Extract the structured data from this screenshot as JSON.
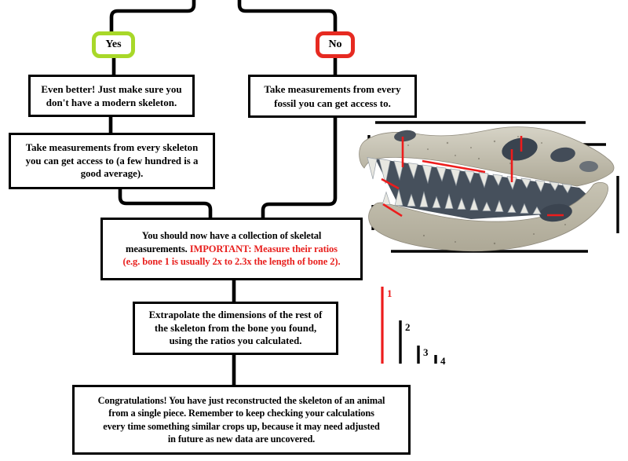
{
  "colors": {
    "line_color": "#000000",
    "yes_border": "#a8d829",
    "no_border": "#e62a21",
    "red_text": "#e8201e",
    "red_line": "#ed1c1c",
    "bone_light": "#d6d3c6",
    "bone_mid": "#c7c3b3",
    "bone_dark": "#ada896",
    "mouth": "#46505c",
    "teeth": "#e7e7e1"
  },
  "flowchart": {
    "decisions": {
      "yes": "Yes",
      "no": "No"
    },
    "boxes": {
      "even_better": {
        "lines": [
          "Even better! Just make sure you",
          "don't have a modern skeleton."
        ]
      },
      "fossil": {
        "lines": [
          "Take measurements from every",
          "fossil you can get access to."
        ]
      },
      "skeleton": {
        "lines": [
          "Take measurements from every skeleton",
          "you can get access to (a few hundred is a",
          "good average)."
        ]
      },
      "collection": {
        "line1": "You should now have a collection of skeletal",
        "line2_black": "measurements.",
        "line2_red": "IMPORTANT: Measure their ratios",
        "line3_red": "(e.g. bone 1 is usually 2x to 2.3x the length of bone 2)."
      },
      "extrapolate": {
        "lines": [
          "Extrapolate the dimensions of the rest of",
          "the skeleton from the bone you found,",
          "using the ratios you calculated."
        ]
      },
      "congrats": {
        "lines": [
          "Congratulations! You have just reconstructed the skeleton of an animal",
          "from a single piece. Remember to keep checking your calculations",
          "every time something similar crops up, because it may need adjusted",
          "in future as new data are uncovered."
        ]
      }
    }
  },
  "figure": {
    "image_subject": "crocodile-skull-with-measurement-lines",
    "scale_labels": [
      "1",
      "2",
      "3",
      "4"
    ]
  }
}
